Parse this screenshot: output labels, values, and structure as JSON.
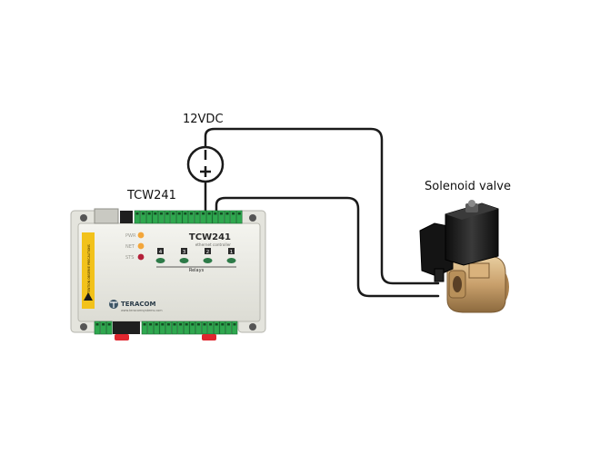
{
  "labels": {
    "supply": "12VDC",
    "controller": "TCW241",
    "valve": "Solenoid valve"
  },
  "device": {
    "model": "TCW241",
    "subtitle": "ethernet controller",
    "relays_caption": "Relays",
    "relay_numbers": [
      "4",
      "3",
      "2",
      "1"
    ],
    "led_labels": [
      "PWR",
      "NET",
      "STS"
    ],
    "brand": "TERACOM",
    "website": "www.teracomsystems.com",
    "warning_text": "ATTENTION OBSERVE PRECAUTIONS"
  },
  "colors": {
    "wire": "#1a1a1a",
    "enclosure": "#ecece6",
    "terminal": "#2fa84f",
    "warning_strip": "#f2c21b",
    "latch": "#e0262f",
    "valve_brass": "#c9a06c",
    "coil": "#1b1b1b"
  }
}
